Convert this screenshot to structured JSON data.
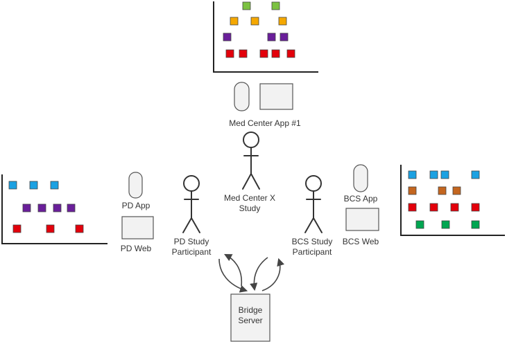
{
  "colors": {
    "lime": "#7cc242",
    "orange": "#f5a800",
    "purple": "#6a1f9a",
    "red": "#e3000b",
    "blue": "#1ba1e2",
    "brown": "#c4661f",
    "green": "#00a651"
  },
  "top_panel": {
    "app_label": "Med Center App #1",
    "study_label": "Med Center X\nStudy"
  },
  "left_panel": {
    "app_label": "PD App",
    "web_label": "PD Web",
    "participant_label": "PD Study\nParticipant"
  },
  "right_panel": {
    "app_label": "BCS App",
    "web_label": "BCS Web",
    "participant_label": "BCS Study\nParticipant"
  },
  "server": {
    "label": "Bridge\nServer"
  }
}
